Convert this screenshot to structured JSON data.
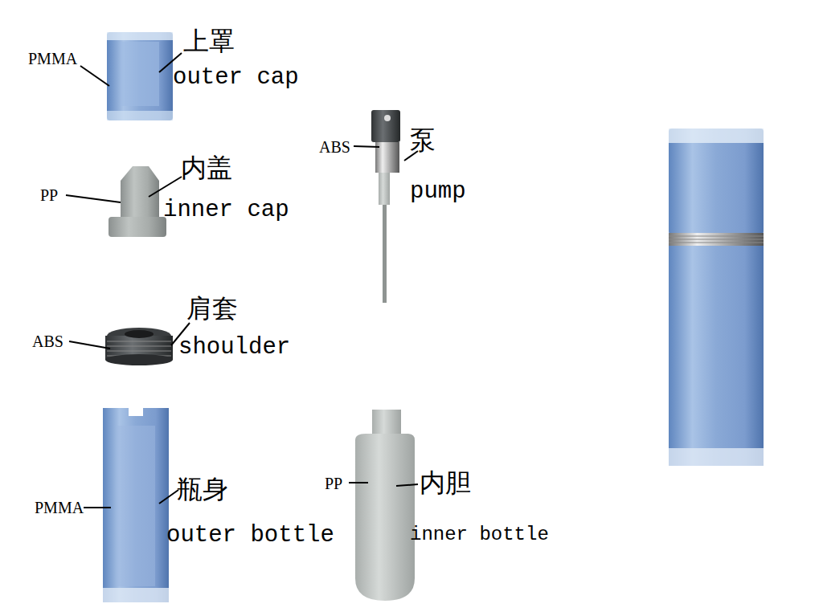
{
  "diagram": {
    "labels": [
      "PMMA",
      "上罩",
      "outer cap",
      "ABS",
      "泵",
      "pump",
      "PP",
      "内盖",
      "inner cap",
      "ABS",
      "肩套",
      "shoulder",
      "PMMA",
      "瓶身",
      "outer bottle",
      "PP",
      "内胆",
      "inner bottle"
    ]
  }
}
